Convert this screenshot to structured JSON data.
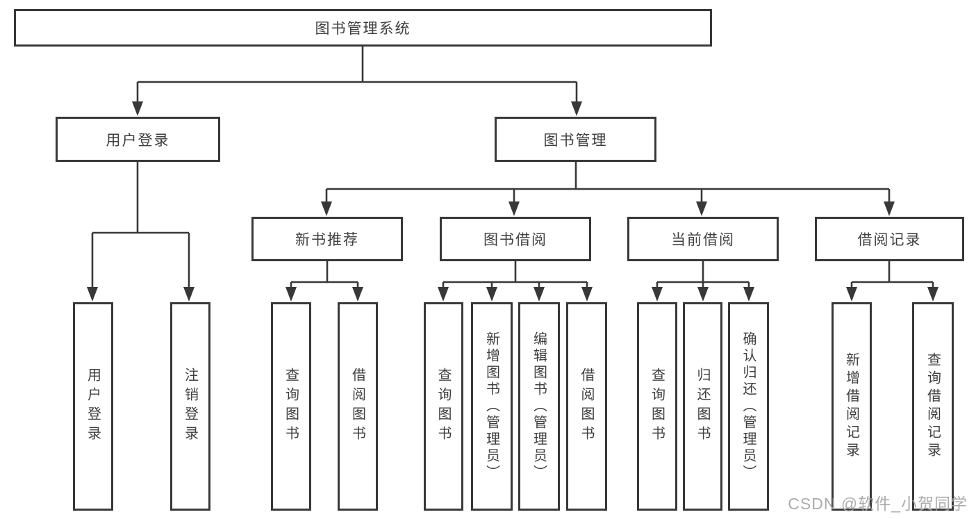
{
  "tree": {
    "label": "图书管理系统",
    "children": [
      {
        "label": "用户登录",
        "children": [
          {
            "label": "用户登录"
          },
          {
            "label": "注销登录"
          }
        ]
      },
      {
        "label": "图书管理",
        "children": [
          {
            "label": "新书推荐",
            "children": [
              {
                "label": "查询图书"
              },
              {
                "label": "借阅图书"
              }
            ]
          },
          {
            "label": "图书借阅",
            "children": [
              {
                "label": "查询图书"
              },
              {
                "label": "新增图书（管理员）"
              },
              {
                "label": "编辑图书（管理员）"
              },
              {
                "label": "借阅图书"
              }
            ]
          },
          {
            "label": "当前借阅",
            "children": [
              {
                "label": "查询图书"
              },
              {
                "label": "归还图书"
              },
              {
                "label": "确认归还（管理员）"
              }
            ]
          },
          {
            "label": "借阅记录",
            "children": [
              {
                "label": "新增借阅记录"
              },
              {
                "label": "查询借阅记录"
              }
            ]
          }
        ]
      }
    ]
  },
  "watermark": {
    "text": "CSDN @软件_小贺同学"
  },
  "colors": {
    "line": "#383838",
    "text": "#3f3f3f",
    "watermark": "#a3a3a3",
    "background": "#ffffff"
  }
}
